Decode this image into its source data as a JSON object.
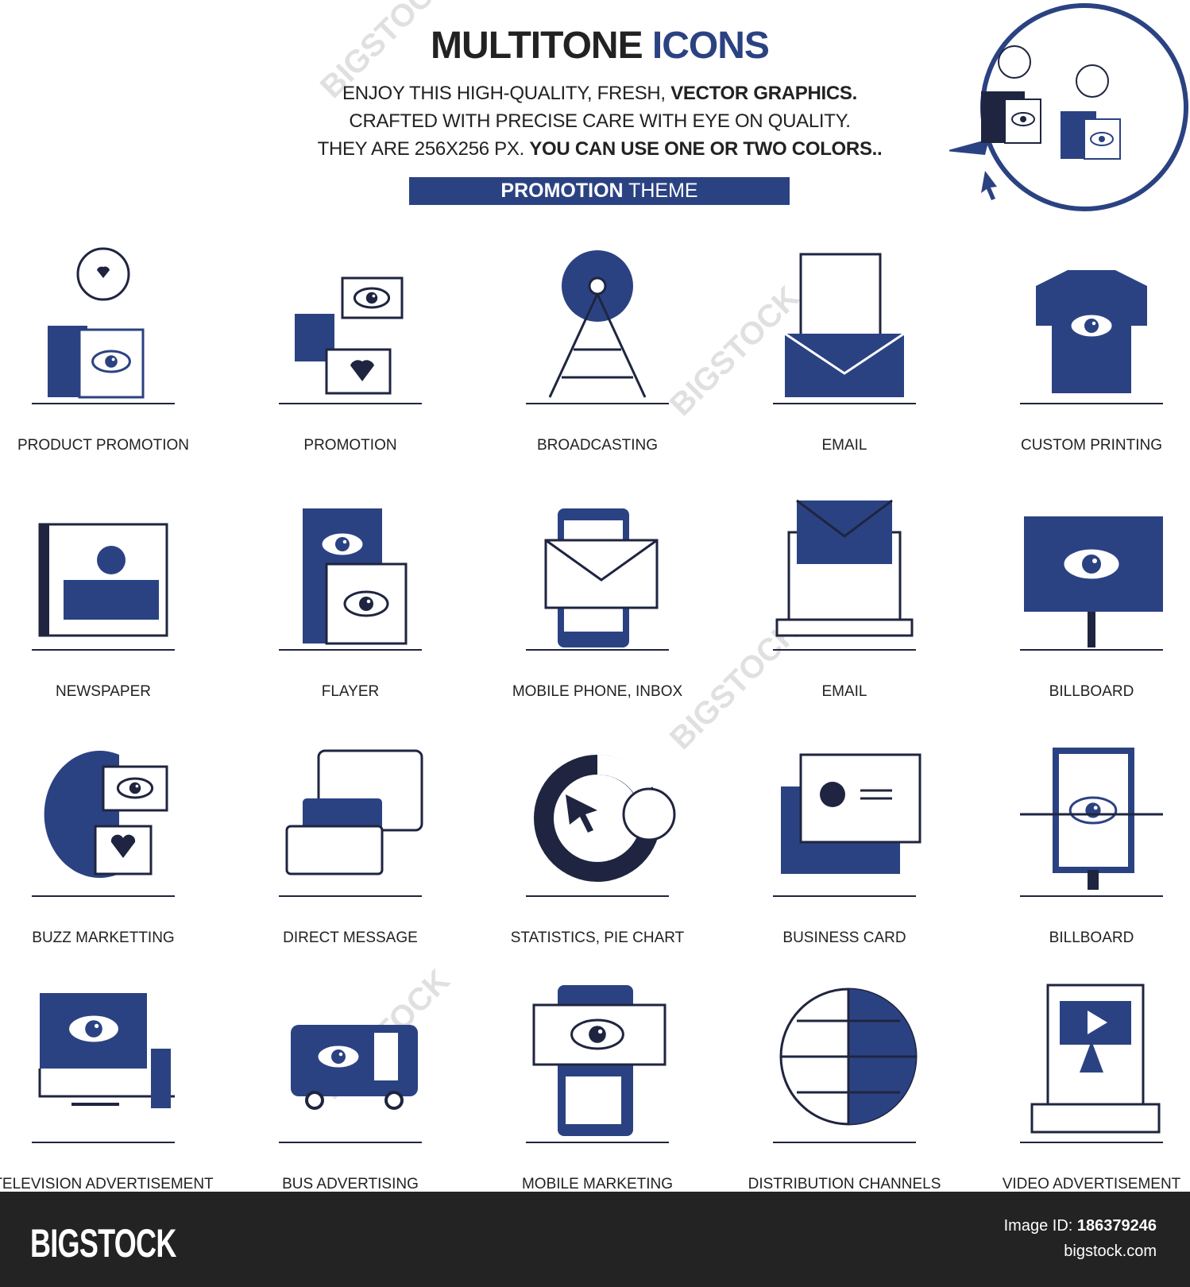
{
  "header": {
    "title_part1": "MULTITONE",
    "title_part2": "ICONS",
    "line1_regular": "ENJOY THIS HIGH-QUALITY, FRESH,",
    "line1_bold": "VECTOR GRAPHICS.",
    "line2": "CRAFTED WITH PRECISE CARE WITH EYE ON QUALITY.",
    "line3_regular": "THEY ARE 256X256 PX.",
    "line3_bold": "YOU CAN USE ONE OR TWO COLORS..",
    "theme_bold": "PROMOTION",
    "theme_regular": "THEME"
  },
  "colors": {
    "accent": "#2b4282",
    "dark": "#1f2540",
    "footer": "#232323"
  },
  "icons": [
    {
      "label": "PRODUCT PROMOTION",
      "icon": "box-balloon-icon"
    },
    {
      "label": "PROMOTION",
      "icon": "megaphone-icon"
    },
    {
      "label": "BROADCASTING",
      "icon": "antenna-tower-icon"
    },
    {
      "label": "EMAIL",
      "icon": "envelope-letter-icon"
    },
    {
      "label": "CUSTOM PRINTING",
      "icon": "tshirt-icon"
    },
    {
      "label": "NEWSPAPER",
      "icon": "newspaper-icon"
    },
    {
      "label": "FLAYER",
      "icon": "flyer-icon"
    },
    {
      "label": "MOBILE PHONE, INBOX",
      "icon": "phone-mail-icon"
    },
    {
      "label": "EMAIL",
      "icon": "laptop-mail-icon"
    },
    {
      "label": "BILLBOARD",
      "icon": "billboard-icon"
    },
    {
      "label": "BUZZ MARKETTING",
      "icon": "head-speech-icon"
    },
    {
      "label": "DIRECT MESSAGE",
      "icon": "chat-bubbles-icon"
    },
    {
      "label": "STATISTICS, PIE CHART",
      "icon": "pie-chart-icon"
    },
    {
      "label": "BUSINESS CARD",
      "icon": "business-card-icon"
    },
    {
      "label": "BILLBOARD",
      "icon": "vertical-billboard-icon"
    },
    {
      "label": "TELEVISION ADVERTISEMENT",
      "icon": "tv-icon"
    },
    {
      "label": "BUS ADVERTISING",
      "icon": "bus-icon"
    },
    {
      "label": "MOBILE MARKETING",
      "icon": "mobile-touch-icon"
    },
    {
      "label": "DISTRIBUTION CHANNELS",
      "icon": "globe-icon"
    },
    {
      "label": "VIDEO ADVERTISEMENT",
      "icon": "video-laptop-icon"
    }
  ],
  "footer": {
    "logo": "BIGSTOCK",
    "image_id_label": "Image ID:",
    "image_id": "186379246",
    "site": "bigstock.com"
  }
}
